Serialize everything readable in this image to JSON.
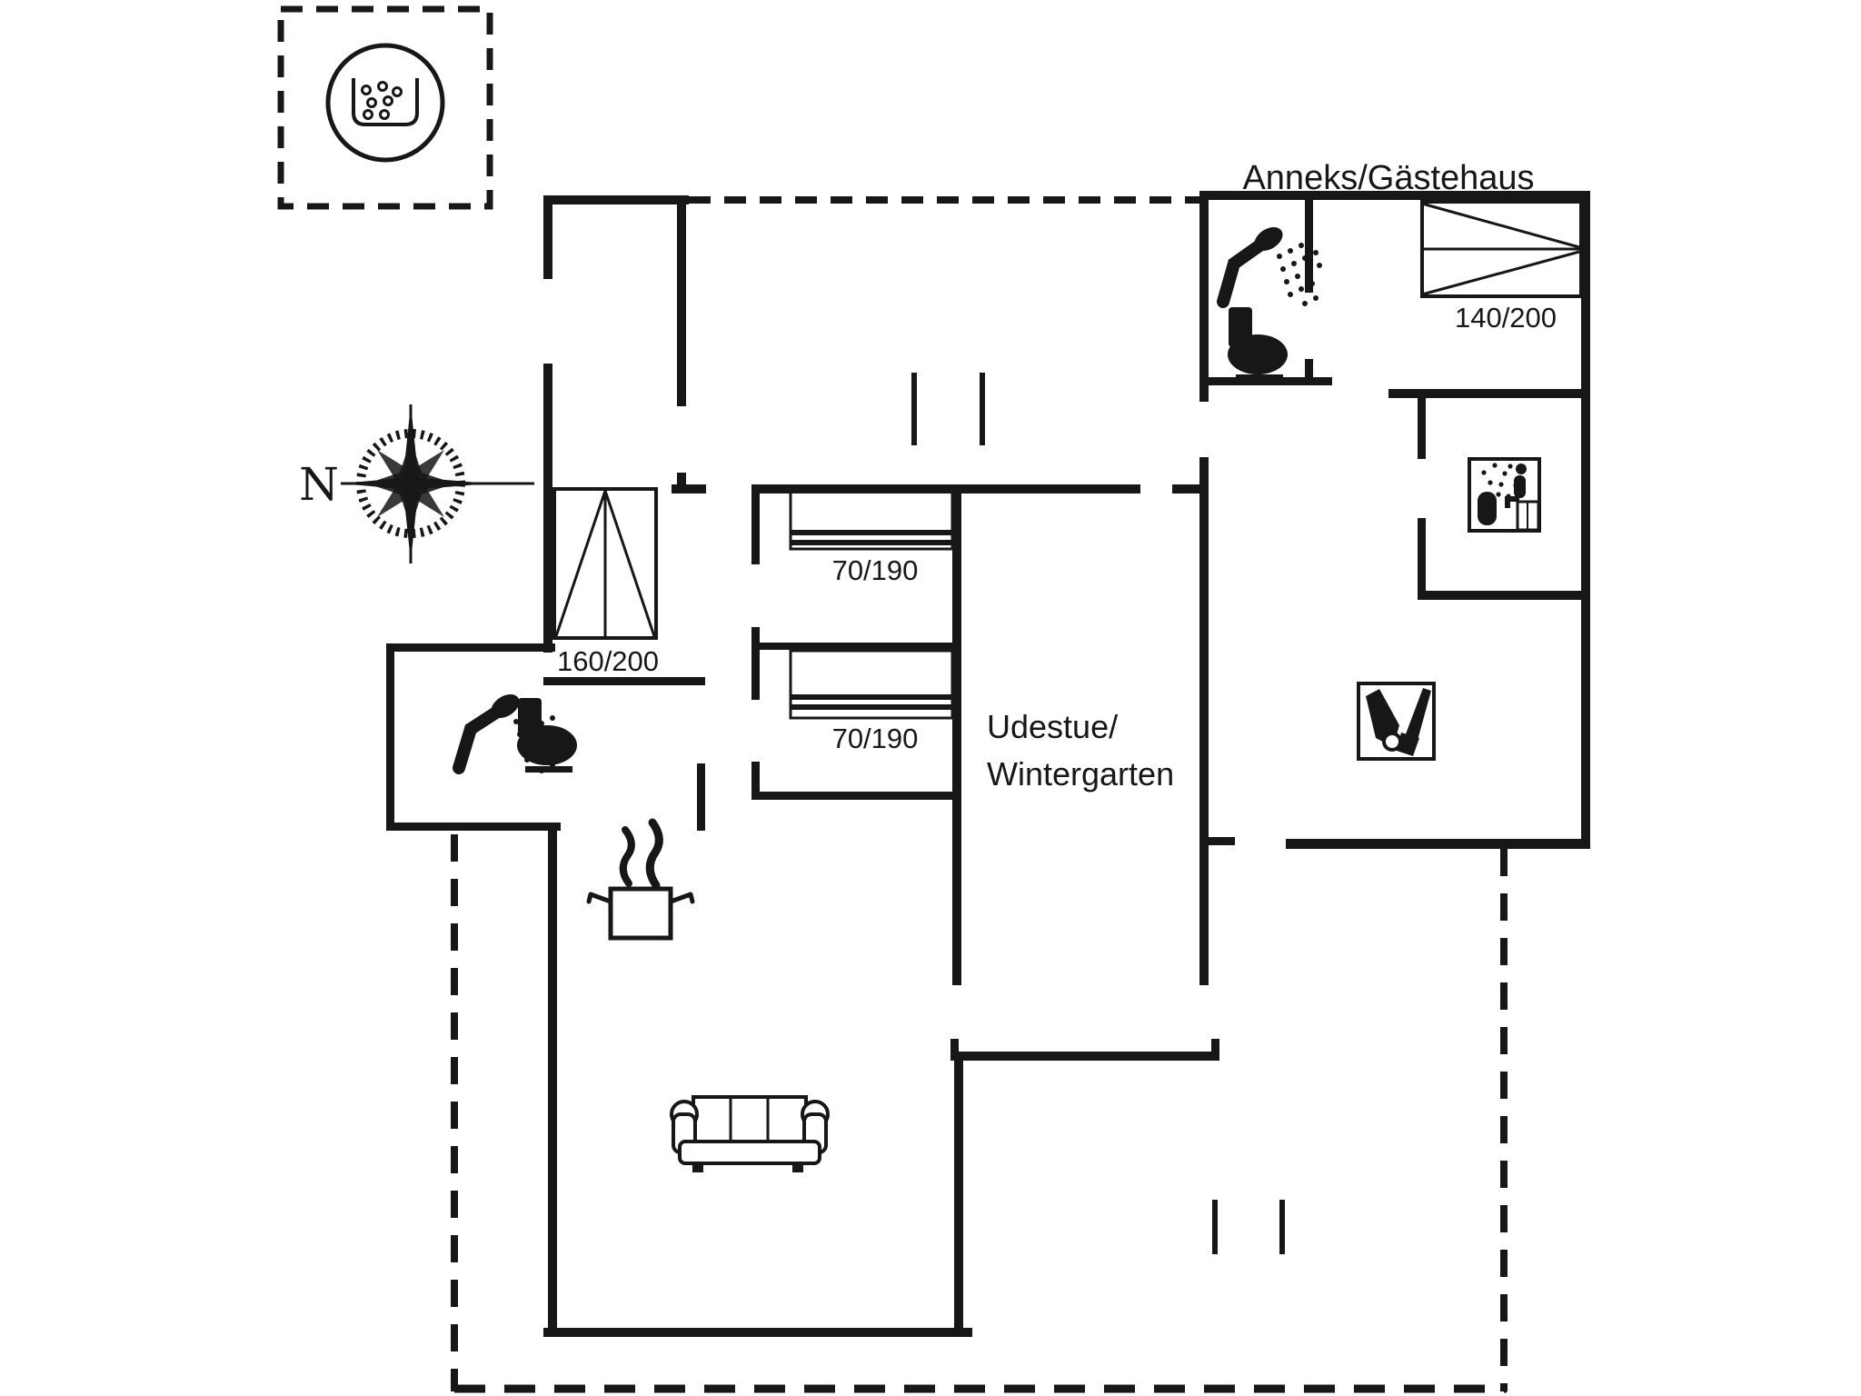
{
  "plan": {
    "compass_label": "N",
    "annex_label": "Anneks/Gästehaus",
    "conservatory_label_line1": "Udestue/",
    "conservatory_label_line2": "Wintergarten",
    "beds": {
      "master_double": "160/200",
      "single_top": "70/190",
      "single_bottom": "70/190",
      "annex_double": "140/200"
    },
    "legend_icons": [
      "whirlpool-icon",
      "compass-rose-icon",
      "shower-icon",
      "toilet-icon",
      "sauna-icon",
      "cooking-pot-icon",
      "sofa-icon",
      "equipment-icon",
      "double-bed-icon",
      "single-bed-icon"
    ],
    "colors": {
      "ink": "#171717",
      "steam_gray": "#c7c7c7",
      "background": "#ffffff"
    }
  }
}
